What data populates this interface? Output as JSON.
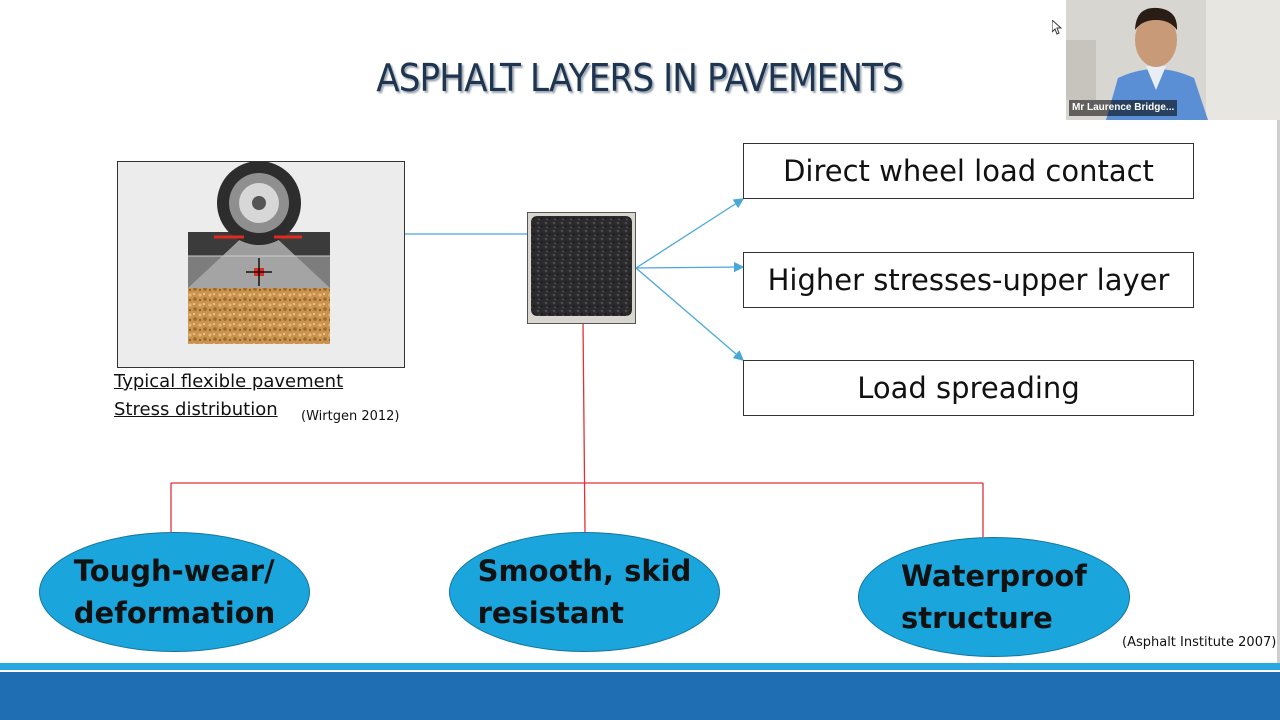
{
  "slide": {
    "title": "ASPHALT LAYERS IN PAVEMENTS",
    "image_caption_line1": "Typical flexible pavement",
    "image_caption_line2": "Stress distribution",
    "image_reference": "(Wirtgen 2012)",
    "functions": [
      "Direct wheel load contact",
      "Higher stresses-upper layer",
      "Load spreading"
    ],
    "properties": [
      {
        "line1": "Tough-wear/",
        "line2": "deformation"
      },
      {
        "line1": "Smooth, skid",
        "line2": "resistant"
      },
      {
        "line1": "Waterproof",
        "line2": "structure"
      }
    ],
    "source_reference": "(Asphalt Institute 2007)"
  },
  "video": {
    "participant_name": "Mr Laurence Bridge..."
  },
  "colors": {
    "arrow_blue": "#4aa8d8",
    "connector_red": "#e0303a",
    "ellipse_fill": "#1aa5dd",
    "title_color": "#1d3550",
    "footer_blue": "#1f6eb3"
  }
}
